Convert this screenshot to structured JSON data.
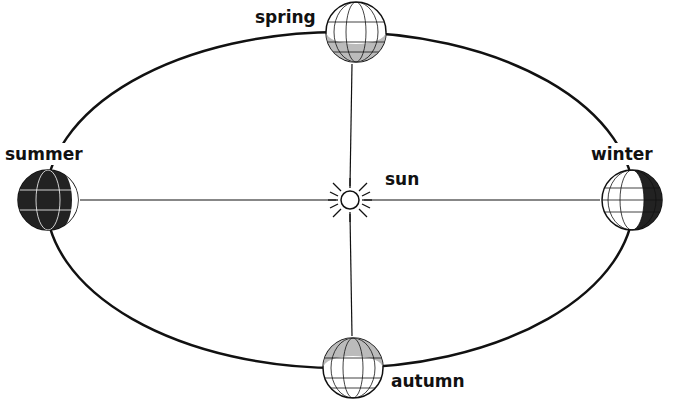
{
  "diagram": {
    "labels": [
      "spring",
      "summer",
      "sun",
      "winter",
      "autumn"
    ]
  }
}
